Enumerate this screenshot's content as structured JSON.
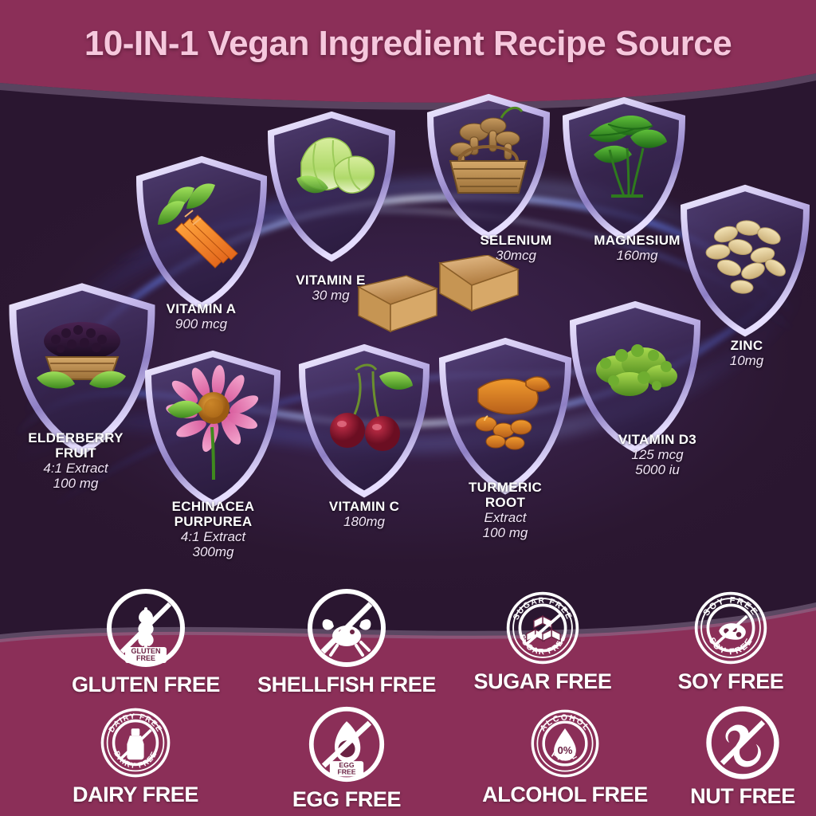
{
  "header": {
    "title": "10-IN-1 Vegan Ingredient Recipe Source",
    "title_color": "#F6C8DD",
    "band_color": "#8B2F58"
  },
  "theme": {
    "background_dark": "#2E1833",
    "background_mid": "#3E2451",
    "shield_edge": "#C9BCEE",
    "shield_fill": "#3B2A59",
    "glow_blue": "#4A63F0",
    "badge_white": "#FFFFFF"
  },
  "ingredients": [
    {
      "id": "elderberry-fruit",
      "name": "ELDERBERRY\nFRUIT",
      "name_line1": "ELDERBERRY",
      "name_line2": "FRUIT",
      "dose_line1": "4:1 Extract",
      "dose_line2": "100 mg",
      "image": "elderberry-basket-photo"
    },
    {
      "id": "vitamin-a",
      "name": "VITAMIN A",
      "name_line1": "VITAMIN A",
      "name_line2": "",
      "dose_line1": "900 mcg",
      "dose_line2": "",
      "image": "carrots-photo"
    },
    {
      "id": "vitamin-e",
      "name": "VITAMIN E",
      "name_line1": "VITAMIN E",
      "name_line2": "",
      "dose_line1": "30 mg",
      "dose_line2": "",
      "image": "napa-cabbage-photo"
    },
    {
      "id": "selenium",
      "name": "SELENIUM",
      "name_line1": "SELENIUM",
      "name_line2": "",
      "dose_line1": "30mcg",
      "dose_line2": "",
      "image": "mushroom-basket-photo"
    },
    {
      "id": "magnesium",
      "name": "MAGNESIUM",
      "name_line1": "MAGNESIUM",
      "name_line2": "",
      "dose_line1": "160mg",
      "dose_line2": "",
      "image": "spinach-photo"
    },
    {
      "id": "zinc",
      "name": "ZINC",
      "name_line1": "ZINC",
      "name_line2": "",
      "dose_line1": "10mg",
      "dose_line2": "",
      "image": "pumpkin-seeds-photo"
    },
    {
      "id": "echinacea-purpurea",
      "name": "ECHINACEA\nPURPUREA",
      "name_line1": "ECHINACEA",
      "name_line2": "PURPUREA",
      "dose_line1": "4:1 Extract",
      "dose_line2": "300mg",
      "image": "echinacea-flower-photo"
    },
    {
      "id": "vitamin-c",
      "name": "VITAMIN C",
      "name_line1": "VITAMIN C",
      "name_line2": "",
      "dose_line1": "180mg",
      "dose_line2": "",
      "image": "cherries-photo"
    },
    {
      "id": "turmeric-root",
      "name": "TURMERIC\nROOT",
      "name_line1": "TURMERIC",
      "name_line2": "ROOT",
      "dose_line1": "Extract",
      "dose_line2": "100 mg",
      "image": "turmeric-root-photo"
    },
    {
      "id": "vitamin-d3",
      "name": "VITAMIN D3",
      "name_line1": "VITAMIN D3",
      "name_line2": "",
      "dose_line1": "125 mcg",
      "dose_line2": "5000 iu",
      "image": "lichen-moss-photo"
    }
  ],
  "badges": [
    {
      "id": "gluten-free",
      "label": "GLUTEN FREE",
      "icon": "wheat-no-icon",
      "seal_text_top": "GLUTEN",
      "seal_text_bottom": "FREE"
    },
    {
      "id": "shellfish-free",
      "label": "SHELLFISH FREE",
      "icon": "crab-no-icon",
      "seal_text_top": "",
      "seal_text_bottom": ""
    },
    {
      "id": "sugar-free",
      "label": "SUGAR FREE",
      "icon": "sugar-cubes-icon",
      "seal_text_top": "SUGAR FREE",
      "seal_text_bottom": "SUGAR FREE"
    },
    {
      "id": "soy-free",
      "label": "SOY FREE",
      "icon": "soybean-no-icon",
      "seal_text_top": "SOY FREE",
      "seal_text_bottom": "SOY FREE"
    },
    {
      "id": "dairy-free",
      "label": "DAIRY FREE",
      "icon": "milk-bottle-no-icon",
      "seal_text_top": "DAIRY FREE",
      "seal_text_bottom": "DAIRY FREE"
    },
    {
      "id": "egg-free",
      "label": "EGG FREE",
      "icon": "egg-no-icon",
      "seal_text_top": "EGG",
      "seal_text_bottom": "FREE"
    },
    {
      "id": "alcohol-free",
      "label": "ALCOHOL FREE",
      "icon": "droplet-zero-percent-icon",
      "seal_text_top": "ALCOHOL",
      "seal_text_bottom": "FREE",
      "seal_center": "0%"
    },
    {
      "id": "nut-free",
      "label": "NUT FREE",
      "icon": "peanut-no-icon",
      "seal_text_top": "",
      "seal_text_bottom": ""
    }
  ]
}
